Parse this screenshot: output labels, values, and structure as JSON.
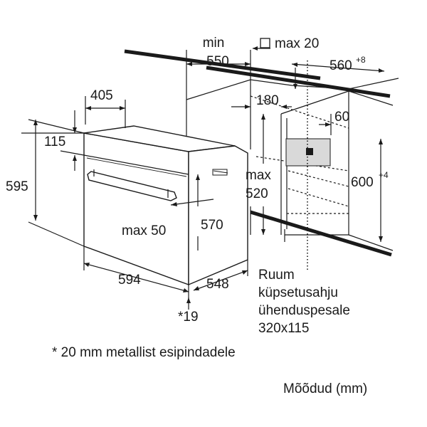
{
  "dimensions": {
    "min_label": "min",
    "min_depth": "550",
    "max_20": "max 20",
    "cavity_depth": "560",
    "cavity_depth_tol": "+8",
    "oven_depth_body": "405",
    "gap_180": "180",
    "gap_60": "60",
    "panel_115": "115",
    "oven_height": "595",
    "cavity_height": "600",
    "cavity_height_tol": "+4",
    "max_label": "max",
    "max_520": "520",
    "max_50": "max 50",
    "inner_570": "570",
    "oven_width": "594",
    "oven_depth": "548",
    "front_19": "*19"
  },
  "socket_note": [
    "Ruum",
    "küpsetusahju",
    "ühenduspesale",
    "320x115"
  ],
  "footnote": "* 20 mm metallist esipindadele",
  "units_label": "Mõõdud (mm)"
}
